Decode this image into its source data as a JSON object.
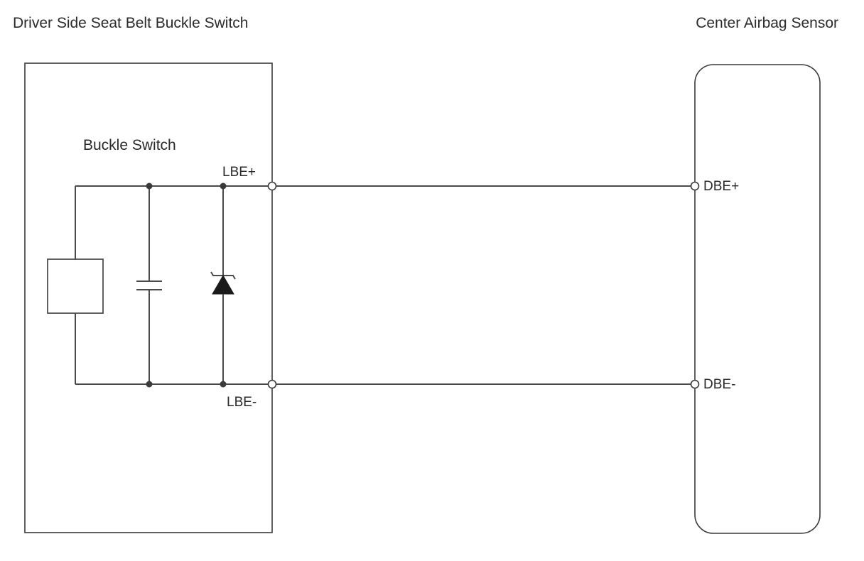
{
  "diagram": {
    "left_title": "Driver Side Seat Belt Buckle Switch",
    "right_title": "Center Airbag Sensor",
    "inner_label": "Buckle Switch",
    "pins": {
      "lbe_plus": "LBE+",
      "lbe_minus": "LBE-",
      "dbe_plus": "DBE+",
      "dbe_minus": "DBE-"
    }
  }
}
